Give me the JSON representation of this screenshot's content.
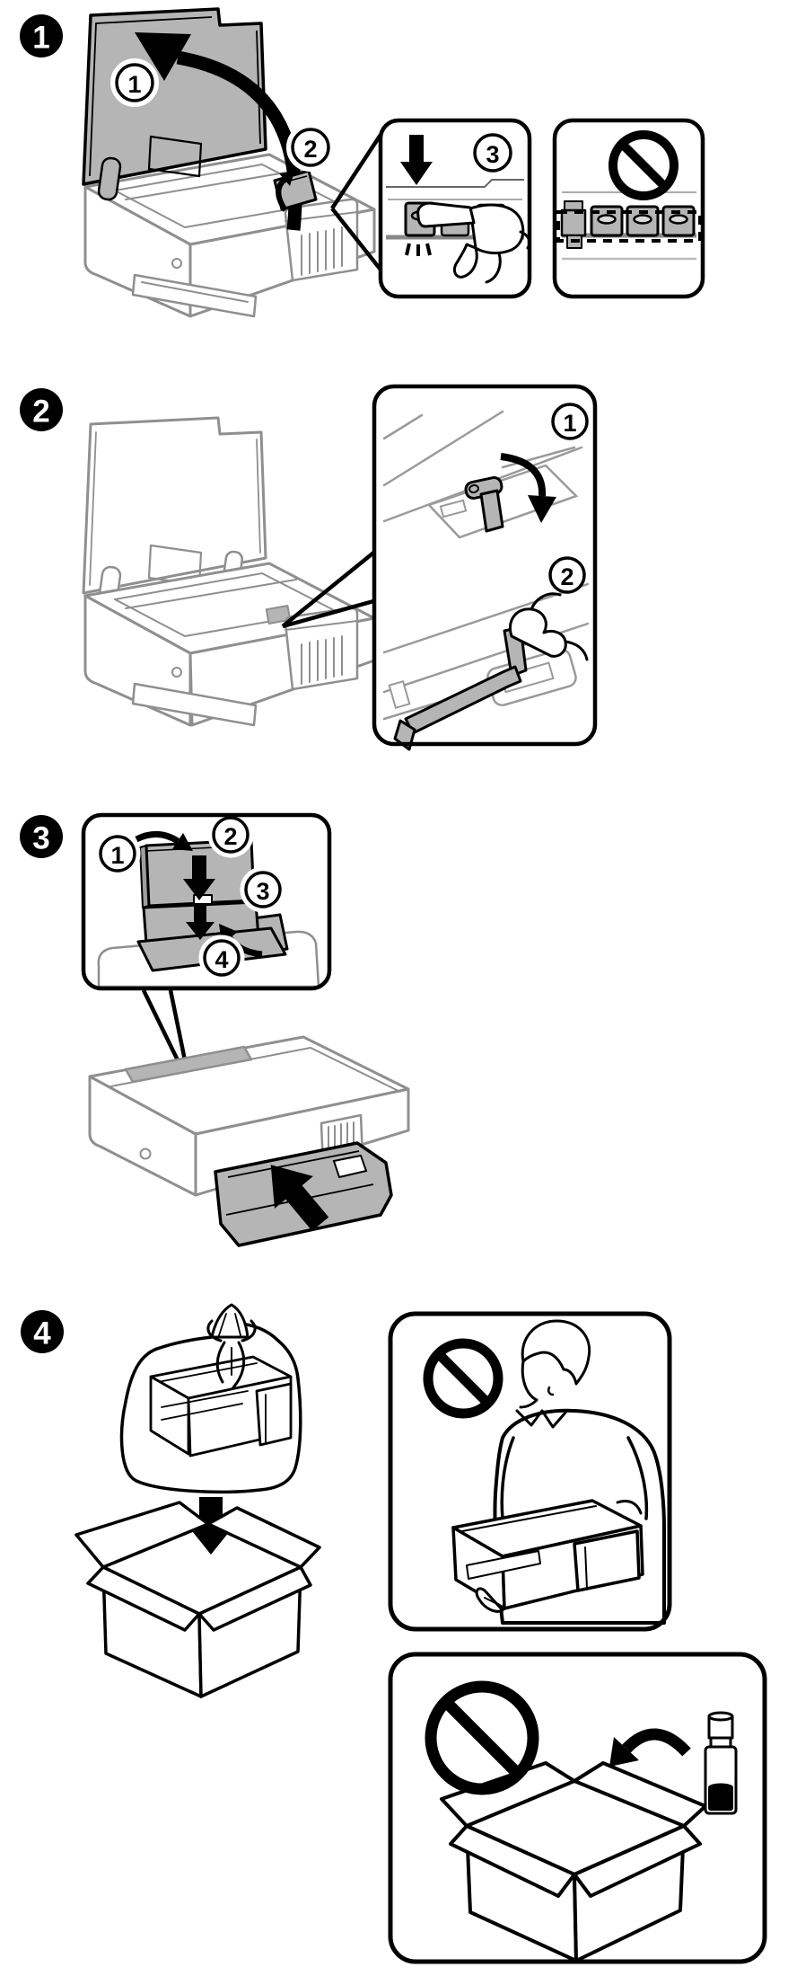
{
  "document_kind": "printer-transport-packing-pictorial-instructions",
  "colors": {
    "line_black": "#000000",
    "line_gray": "#8f8f8f",
    "fill_gray": "#b5b5b5",
    "rail_gray": "#888888",
    "background": "#ffffff"
  },
  "steps": [
    {
      "badge": "1",
      "substep_labels": [
        "1",
        "2",
        "3"
      ],
      "icons": [
        "curved-open-arrow-icon",
        "down-arrow-icon",
        "pressing-hand-icon",
        "prohibition-icon"
      ]
    },
    {
      "badge": "2",
      "substep_labels": [
        "1",
        "2"
      ],
      "icons": [
        "rotate-arrow-icon",
        "tape-strip-icon",
        "pinching-hand-icon"
      ]
    },
    {
      "badge": "3",
      "substep_labels": [
        "1",
        "2",
        "3",
        "4"
      ],
      "icons": [
        "fold-arrow-icon",
        "down-arrow-icon",
        "down-arrow-icon",
        "flip-up-arrow-icon",
        "push-tray-arrow-icon"
      ]
    },
    {
      "badge": "4",
      "substep_labels": [],
      "icons": [
        "down-arrow-icon",
        "prohibition-icon",
        "prohibition-icon",
        "into-box-arrow-icon",
        "ink-bottle-icon"
      ]
    }
  ]
}
